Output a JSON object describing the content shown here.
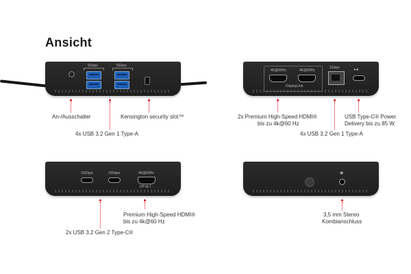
{
  "heading": "Ansicht",
  "top_left": {
    "speed_a": "5Gbps",
    "speed_b": "5Gbps",
    "power_label": "An-/Ausschalter",
    "kensington_label": "Kensington security slot™",
    "usb_label": "4x USB 3.2 Gen 1 Type-A"
  },
  "top_right": {
    "hdmi1_tag": "4K@60Hz",
    "hdmi2_tag": "4K@60Hz",
    "displaylink_tag": "DisplayLink",
    "ethernet_tag": "1Gbps",
    "hdmi_label_1": "2x Premium High-Speed HDMI®",
    "hdmi_label_2": "bis zu 4k@60 Hz",
    "pd_label_1": "USB Type-C® Power",
    "pd_label_2": "Delivery bis zu 85 W",
    "usb_label": "4x USB 3.2 Gen 1 Type-A"
  },
  "bottom_left": {
    "usbc1_tag": "10Gbps",
    "usbc2_tag": "10Gbps",
    "hdmi_tag": "4K@60Hz",
    "dpalt_tag": "DP ALT",
    "hdmi_label_1": "Premium High-Speed HDMI®",
    "hdmi_label_2": "bis zu 4k@60 Hz",
    "usbc_label": "2x USB 3.2 Gen 2 Type-C®"
  },
  "bottom_right": {
    "audio_label_1": "3,5 mm Stereo",
    "audio_label_2": "Kombianschluss"
  },
  "colors": {
    "accent": "#e30613",
    "device": "#222222",
    "usb_a": "#1d5fb5"
  }
}
